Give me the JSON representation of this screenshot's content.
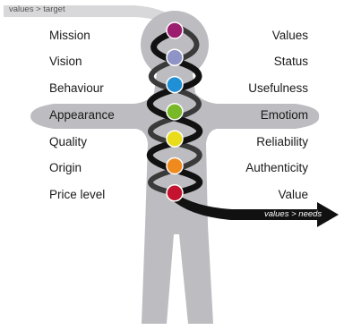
{
  "arrows": {
    "top_label": "values > target",
    "bottom_label": "values > needs"
  },
  "left_labels": [
    "Mission",
    "Vision",
    "Behaviour",
    "Appearance",
    "Quality",
    "Origin",
    "Price level"
  ],
  "right_labels": [
    "Values",
    "Status",
    "Usefulness",
    "Emotiom",
    "Reliability",
    "Authenticity",
    "Value"
  ],
  "colors": {
    "figure": "#bdbdc1",
    "helix": "#111111",
    "top_arrow": "#d7d7d9",
    "chakras": [
      "#9b1f6e",
      "#8e95c6",
      "#1f8fd6",
      "#79b828",
      "#e8dc1b",
      "#ef8a1f",
      "#c4132f"
    ]
  }
}
